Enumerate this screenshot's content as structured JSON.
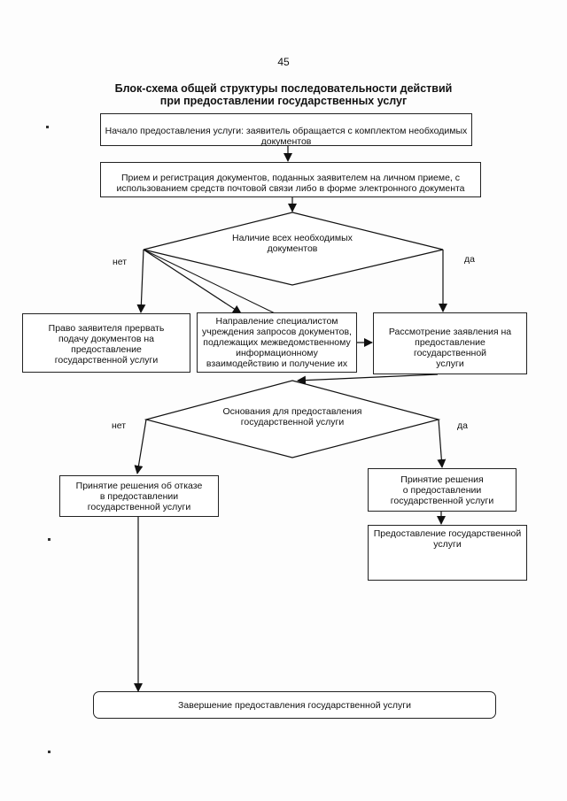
{
  "page_number": "45",
  "title_line1": "Блок-схема общей структуры последовательности действий",
  "title_line2": "при предоставлении государственных услуг",
  "nodes": {
    "start": {
      "line1": "Начало предоставления услуги: заявитель обращается с комплектом необходимых",
      "line2": "документов"
    },
    "reception": {
      "line1": "Прием и регистрация документов, поданных заявителем на личном приеме, с",
      "line2": "использованием средств почтовой связи либо в форме электронного документа"
    },
    "decision1": {
      "line1": "Наличие всех необходимых",
      "line2": "документов"
    },
    "right_to_stop": {
      "line1": "Право заявителя прервать",
      "line2": "подачу документов на",
      "line3": "предоставление",
      "line4": "государственной услуги"
    },
    "requests": {
      "line1": "Направление специалистом",
      "line2": "учреждения запросов документов,",
      "line3": "подлежащих межведомственному",
      "line4": "информационному",
      "line5": "взаимодействию и получение их"
    },
    "review": {
      "line1": "Рассмотрение заявления на",
      "line2": "предоставление государственной",
      "line3": "услуги"
    },
    "decision2": {
      "line1": "Основания для предоставления",
      "line2": "государственной услуги"
    },
    "refusal": {
      "line1": "Принятие решения об отказе",
      "line2": "в предоставлении",
      "line3": "государственной услуги"
    },
    "approval": {
      "line1": "Принятие решения",
      "line2": "о предоставлении",
      "line3": "государственной услуги"
    },
    "provision": {
      "line1": "Предоставление государственной",
      "line2": "услуги"
    },
    "end": {
      "line1": "Завершение предоставления государственной услуги"
    }
  },
  "edge_labels": {
    "no1": "нет",
    "yes1": "да",
    "no2": "нет",
    "yes2": "да"
  }
}
